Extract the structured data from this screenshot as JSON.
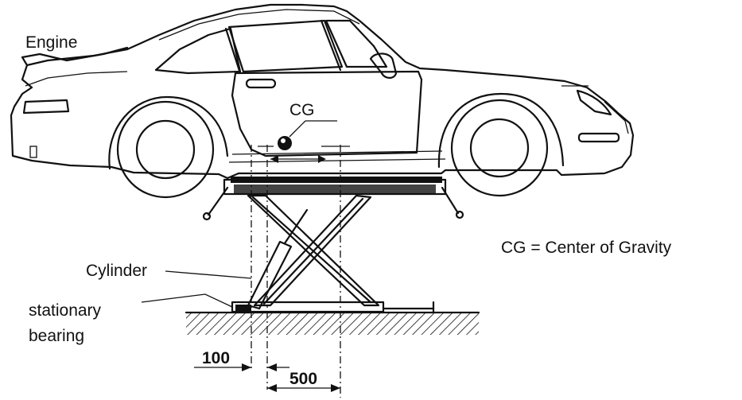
{
  "labels": {
    "engine": "Engine",
    "cg": "CG",
    "cg_legend": "CG = Center of Gravity",
    "cylinder": "Cylinder",
    "stationary_line1": "stationary",
    "stationary_line2": "bearing"
  },
  "dimensions": {
    "small": "100",
    "large": "500"
  },
  "colors": {
    "ink": "#111111",
    "background": "#ffffff"
  }
}
